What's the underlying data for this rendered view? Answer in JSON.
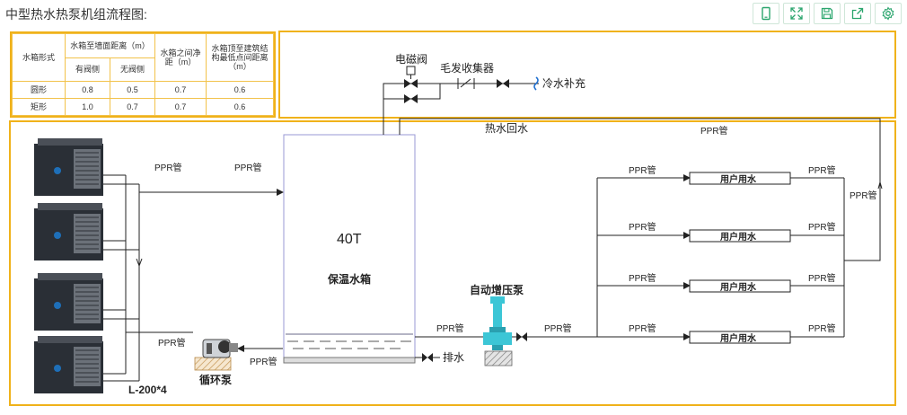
{
  "title": "中型热水热泵机组流程图:",
  "toolbar": [
    {
      "icon": "tablet-icon"
    },
    {
      "icon": "fullscreen-icon"
    },
    {
      "icon": "save-icon"
    },
    {
      "icon": "export-icon"
    },
    {
      "icon": "settings-gear-icon"
    }
  ],
  "colors": {
    "accent": "#f0b21a",
    "icon": "#2aa56d",
    "pump": "#3cc6d6",
    "line": "#222222"
  },
  "spec_table": {
    "header_col1": "水箱形式",
    "header_group": "水箱至墙面距离（m）",
    "header_sub1": "有阀侧",
    "header_sub2": "无阀侧",
    "header_col4": "水箱之间净距（m）",
    "header_col5": "水箱顶至建筑结构最低点间距离（m）",
    "rows": [
      {
        "type": "圆形",
        "valve": "0.8",
        "novalve": "0.5",
        "between": "0.7",
        "top": "0.6"
      },
      {
        "type": "矩形",
        "valve": "1.0",
        "novalve": "0.7",
        "between": "0.7",
        "top": "0.6"
      }
    ]
  },
  "diagram": {
    "solenoid_valve": "电磁阀",
    "hair_collector": "毛发收集器",
    "cold_water": "冷水补充",
    "hot_return": "热水回水",
    "pipe": "PPR管",
    "tank_capacity": "40T",
    "tank_name": "保温水箱",
    "booster_pump": "自动增压泵",
    "circulation_pump": "循环泵",
    "drain": "排水",
    "unit_model": "L-200*4",
    "user_water": "用户用水"
  }
}
